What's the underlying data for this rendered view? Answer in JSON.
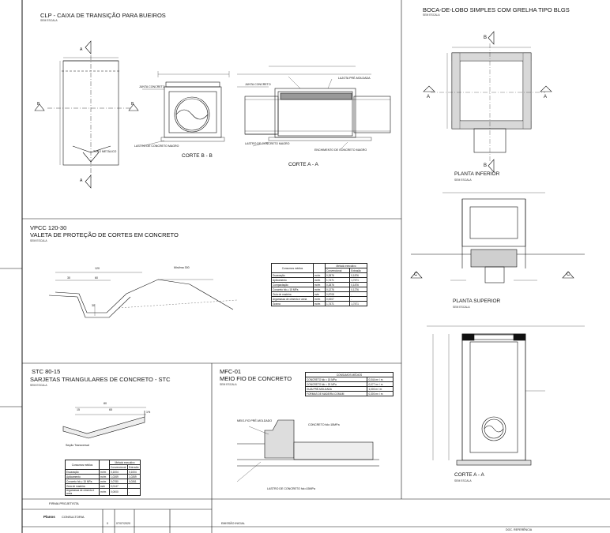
{
  "clp": {
    "title": "CLP - CAIXA DE TRANSIÇÃO PARA BUEIROS",
    "scale": "SEM ESCALA",
    "corte_bb": "CORTE B - B",
    "corte_aa": "CORTE A - A",
    "labels": {
      "junta_concreto": "JUNTA CONCRETO",
      "lastro_magro": "LASTRO DE CONCRETO MAGRO",
      "lajota": "LAJOTA PRÉ-MOLDADA",
      "enchimento": "ENCHIMENTO DE CONCRETO MAGRO",
      "tubo": "TUBO METÁLICO",
      "sec_a": "A",
      "sec_b": "B"
    }
  },
  "bl": {
    "title": "BOCA-DE-LOBO SIMPLES COM GRELHA TIPO BLGS",
    "scale": "SEM ESCALA",
    "planta_inferior": "PLANTA INFERIOR",
    "planta_superior": "PLANTA SUPERIOR",
    "corte_aa": "CORTE  A - A",
    "scale2": "SEM ESCALA",
    "scale3": "SEM ESCALA",
    "scale4": "SEM ESCALA",
    "sec_a": "A",
    "sec_b": "B",
    "sec_c": "C"
  },
  "vpcc": {
    "code": "VPCC 120-30",
    "title": "VALETA DE PROTEÇÃO DE CORTES EM CONCRETO",
    "scale": "SEM ESCALA",
    "dim_top": "120",
    "dim_a": "30",
    "dim_b": "60",
    "dim_c": "30",
    "dim_meio": "Mini/ma 300",
    "table_header": "Consumos médios",
    "table_sub1": "Convencional",
    "table_sub2": "Extrusão",
    "rows": [
      {
        "item": "Escavação",
        "unit": "m³/m",
        "a": "0,2876",
        "b": "0,1876"
      },
      {
        "item": "Apiloamento",
        "unit": "m²/m",
        "a": "1,7471",
        "b": "1,7471"
      },
      {
        "item": "Compactação",
        "unit": "m²/m",
        "a": "0,2876",
        "b": "0,1876"
      },
      {
        "item": "Concreto fck ≥ 15 MPa",
        "unit": "m³/m",
        "a": "0,1276",
        "b": "0,1276"
      },
      {
        "item": "Guia de madeira",
        "unit": "m/m",
        "a": "0,8708",
        "b": "-"
      },
      {
        "item": "Argamassa de cimento e areia",
        "unit": "m³/m",
        "a": "0,0007",
        "b": "-"
      },
      {
        "item": "Grama",
        "unit": "m²/m",
        "a": "1,7471",
        "b": "1,7471"
      }
    ]
  },
  "stc": {
    "code": "STC 80-15",
    "title": "SARJETAS TRIANGULARES DE CONCRETO - STC",
    "scale": "SEM ESCALA",
    "dim_top": "80",
    "dim_a": "15",
    "dim_b": "65",
    "slope": "1%",
    "note": "Seção Transversal",
    "table_header": "Consumos médios",
    "table_sub1": "Convencional",
    "table_sub2": "Extrusão",
    "rows": [
      {
        "item": "Escavação",
        "unit": "m³/m",
        "a": "0,1004",
        "b": "0,1004"
      },
      {
        "item": "Apiloamento",
        "unit": "m²/m",
        "a": "1,0269",
        "b": "1,0269"
      },
      {
        "item": "Concreto fck ≥ 15 MPa",
        "unit": "m³/m",
        "a": "0,0780",
        "b": "0,0261"
      },
      {
        "item": "Guia de madeira",
        "unit": "m/m",
        "a": "0,0147",
        "b": "-"
      },
      {
        "item": "Argamassa de cimento e areia",
        "unit": "m³/m",
        "a": "0,0000",
        "b": "-"
      }
    ]
  },
  "mfc": {
    "code": "MFC-01",
    "title": "MEIO FIO DE CONCRETO",
    "scale": "SEM ESCALA",
    "table_header": "CONSUMOS MÉDIOS",
    "rows": [
      {
        "item": "CONCRETO fck = 15 MPa",
        "val": "0,044 m³ / m"
      },
      {
        "item": "CONCRETO fck = 20 MPa",
        "val": "0,077 m³ / m"
      },
      {
        "item": "GUIA PRÉ-MOLDADA",
        "val": "1,000 m / m"
      },
      {
        "item": "FORMAS DE MADEIRA COMUM",
        "val": "0,300 m² / m"
      }
    ],
    "label_concreto": "CONCRETO fck=15MPa",
    "label_lastro": "LASTRO DE CONCRETO fck=15MPa",
    "label_meiofio": "MEIO-FIO PRÉ-MOLDADO"
  },
  "titleblock": {
    "firma": "FIRMA PROJETISTA",
    "logo": "Planos",
    "logo2": "CONSULTORIA",
    "rev": "0",
    "date": "07/07/2020",
    "emissao": "EMISSÃO INICIAL",
    "ref": "DOC. REFERÊNCIA"
  }
}
